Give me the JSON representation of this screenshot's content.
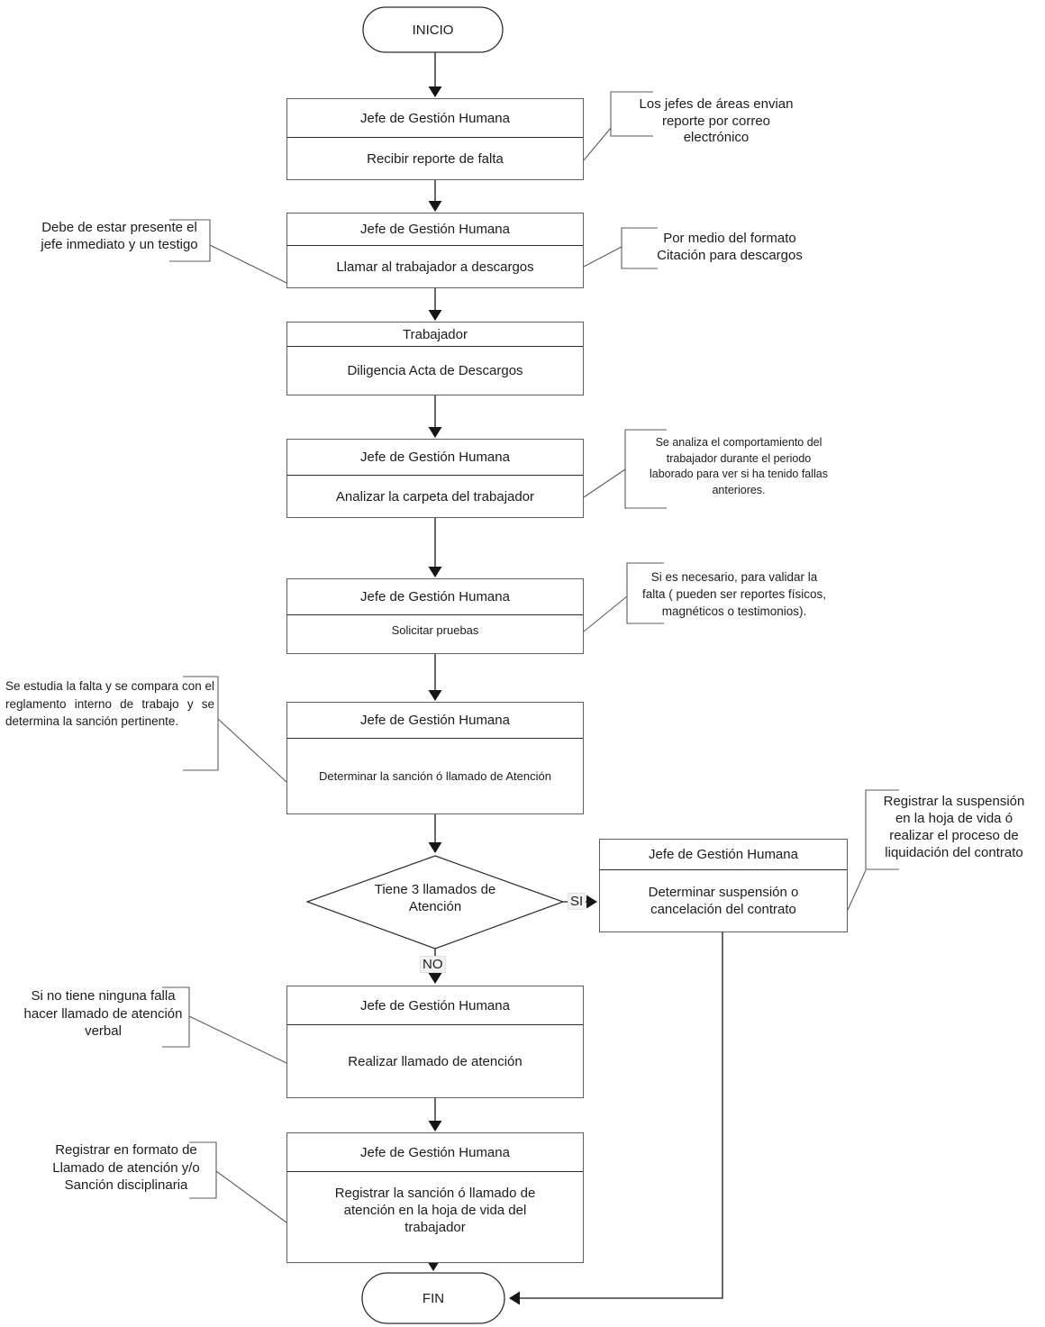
{
  "terminals": {
    "start": "INICIO",
    "end": "FIN"
  },
  "decision": {
    "text": "Tiene 3 llamados de\nAtención",
    "yes_label": "SI",
    "no_label": "NO"
  },
  "boxes": [
    {
      "header": "Jefe de Gestión Humana",
      "body": "Recibir reporte de falta"
    },
    {
      "header": "Jefe de Gestión Humana",
      "body": "Llamar al trabajador a descargos"
    },
    {
      "header": "Trabajador",
      "body": "Diligencia Acta de Descargos"
    },
    {
      "header": "Jefe de Gestión Humana",
      "body": "Analizar la carpeta del trabajador"
    },
    {
      "header": "Jefe de Gestión Humana",
      "body": "Solicitar pruebas"
    },
    {
      "header": "Jefe de Gestión Humana",
      "body": "Determinar la sanción ó llamado de Atención"
    },
    {
      "header": "Jefe de Gestión Humana",
      "body": "Determinar suspensión o\ncancelación del contrato"
    },
    {
      "header": "Jefe de Gestión Humana",
      "body": "Realizar llamado de atención"
    },
    {
      "header": "Jefe de Gestión Humana",
      "body": "Registrar la sanción ó llamado de\natención en la hoja de vida del\ntrabajador"
    }
  ],
  "notes": [
    {
      "text": "Los jefes de áreas envian\nreporte por correo\nelectrónico"
    },
    {
      "text": "Debe de estar presente el\njefe inmediato y un testigo"
    },
    {
      "text": "Por medio del formato\nCitación para descargos"
    },
    {
      "text": "Se analiza el comportamiento del\ntrabajador durante el periodo\nlaborado para ver si ha tenido fallas\nanteriores."
    },
    {
      "text": "Si es necesario,  para validar la\nfalta ( pueden ser reportes físicos,\nmagnéticos o testimonios)."
    },
    {
      "text": "Se estudia la falta y se compara con el reglamento interno de trabajo y se determina la sanción pertinente."
    },
    {
      "text": "Registrar la suspensión\nen la hoja de vida ó\nrealizar el proceso de\nliquidación del contrato"
    },
    {
      "text": "Si no tiene ninguna falla\nhacer llamado de atención\nverbal"
    },
    {
      "text": "Registrar en formato de\nLlamado de atención y/o\nSanción disciplinaria"
    }
  ]
}
